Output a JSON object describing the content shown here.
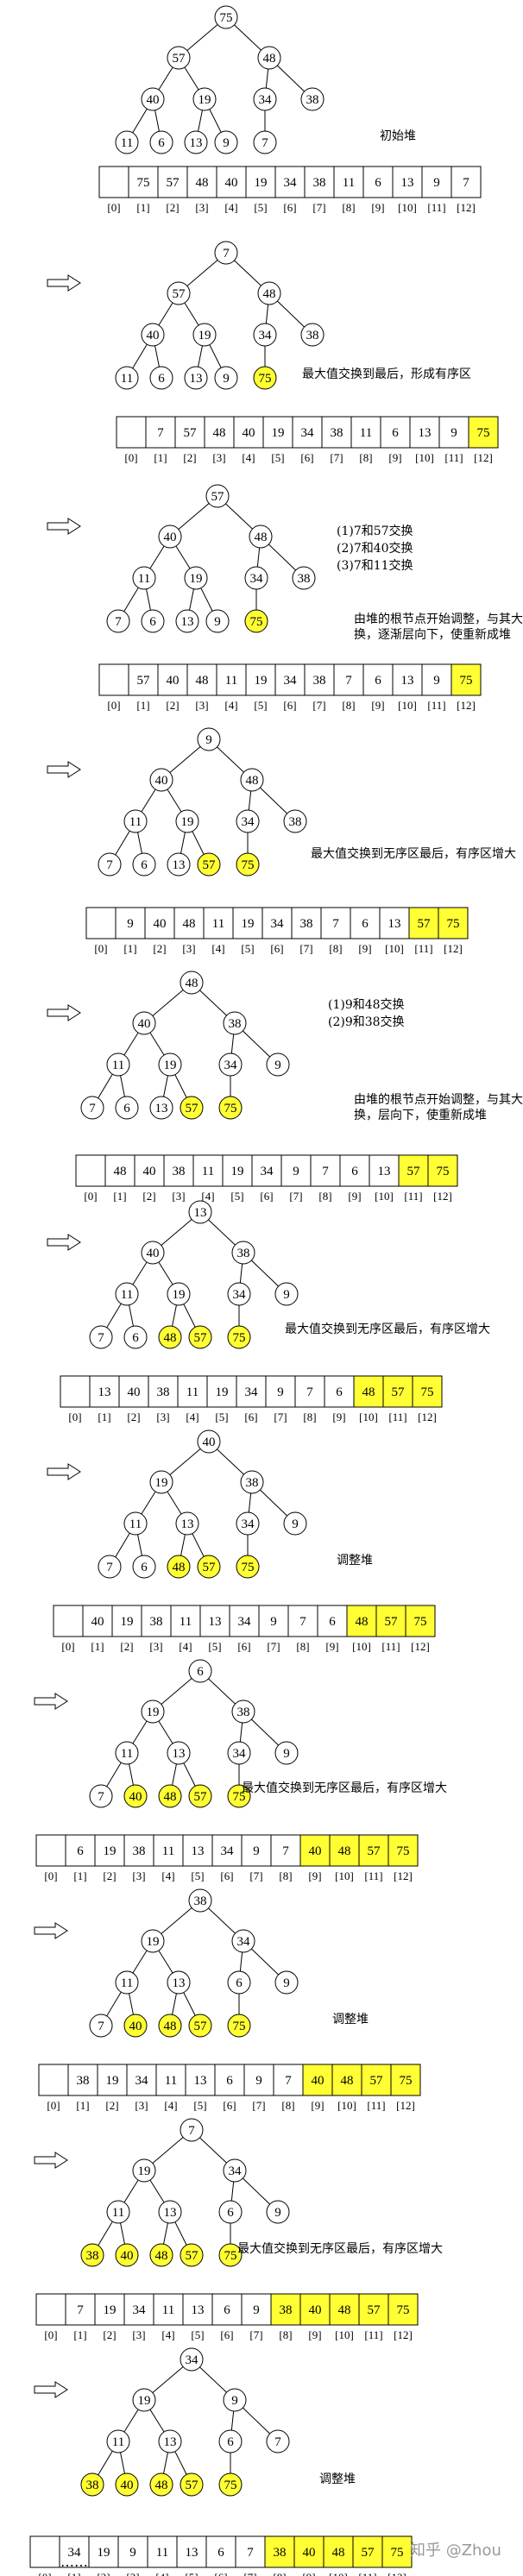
{
  "indices": [
    "[0]",
    "[1]",
    "[2]",
    "[3]",
    "[4]",
    "[5]",
    "[6]",
    "[7]",
    "[8]",
    "[9]",
    "[10]",
    "[11]",
    "[12]"
  ],
  "steps": [
    {
      "tree": [
        "75",
        "57",
        "48",
        "40",
        "19",
        "34",
        "38",
        "11",
        "6",
        "13",
        "9",
        "7"
      ],
      "highlight": [],
      "arr": [
        "",
        "75",
        "57",
        "48",
        "40",
        "19",
        "34",
        "38",
        "11",
        "6",
        "13",
        "9",
        "7"
      ],
      "sorted_from": 13,
      "arrow": false,
      "captions": [
        "初始堆"
      ]
    },
    {
      "tree": [
        "7",
        "57",
        "48",
        "40",
        "19",
        "34",
        "38",
        "11",
        "6",
        "13",
        "9",
        "75"
      ],
      "highlight": [
        12
      ],
      "arr": [
        "",
        "7",
        "57",
        "48",
        "40",
        "19",
        "34",
        "38",
        "11",
        "6",
        "13",
        "9",
        "75"
      ],
      "sorted_from": 12,
      "arrow": true,
      "captions": [
        "最大值交换到最后，形成有序区"
      ]
    },
    {
      "tree": [
        "57",
        "40",
        "48",
        "11",
        "19",
        "34",
        "38",
        "7",
        "6",
        "13",
        "9",
        "75"
      ],
      "highlight": [
        12
      ],
      "arr": [
        "",
        "57",
        "40",
        "48",
        "11",
        "19",
        "34",
        "38",
        "7",
        "6",
        "13",
        "9",
        "75"
      ],
      "sorted_from": 12,
      "arrow": true,
      "notes": [
        "(1)7和57交换",
        "(2)7和40交换",
        "(3)7和11交换"
      ],
      "captions": [
        "由堆的根节点开始调整，与其大孩子交",
        "换，逐渐层向下，使重新成堆"
      ]
    },
    {
      "tree": [
        "9",
        "40",
        "48",
        "11",
        "19",
        "34",
        "38",
        "7",
        "6",
        "13",
        "57",
        "75"
      ],
      "highlight": [
        11,
        12
      ],
      "arr": [
        "",
        "9",
        "40",
        "48",
        "11",
        "19",
        "34",
        "38",
        "7",
        "6",
        "13",
        "57",
        "75"
      ],
      "sorted_from": 11,
      "arrow": true,
      "captions": [
        "最大值交换到无序区最后，有序区增大"
      ]
    },
    {
      "tree": [
        "48",
        "40",
        "38",
        "11",
        "19",
        "34",
        "9",
        "7",
        "6",
        "13",
        "57",
        "75"
      ],
      "highlight": [
        11,
        12
      ],
      "arr": [
        "",
        "48",
        "40",
        "38",
        "11",
        "19",
        "34",
        "9",
        "7",
        "6",
        "13",
        "57",
        "75"
      ],
      "sorted_from": 11,
      "arrow": true,
      "notes": [
        "(1)9和48交换",
        "(2)9和38交换"
      ],
      "captions": [
        "由堆的根节点开始调整，与其大孩子交",
        "换，层向下，使重新成堆"
      ]
    },
    {
      "tree": [
        "13",
        "40",
        "38",
        "11",
        "19",
        "34",
        "9",
        "7",
        "6",
        "48",
        "57",
        "75"
      ],
      "highlight": [
        10,
        11,
        12
      ],
      "arr": [
        "",
        "13",
        "40",
        "38",
        "11",
        "19",
        "34",
        "9",
        "7",
        "6",
        "48",
        "57",
        "75"
      ],
      "sorted_from": 10,
      "arrow": true,
      "captions": [
        "最大值交换到无序区最后，有序区增大"
      ]
    },
    {
      "tree": [
        "40",
        "19",
        "38",
        "11",
        "13",
        "34",
        "9",
        "7",
        "6",
        "48",
        "57",
        "75"
      ],
      "highlight": [
        10,
        11,
        12
      ],
      "arr": [
        "",
        "40",
        "19",
        "38",
        "11",
        "13",
        "34",
        "9",
        "7",
        "6",
        "48",
        "57",
        "75"
      ],
      "sorted_from": 10,
      "arrow": true,
      "captions": [
        "调整堆"
      ]
    },
    {
      "tree": [
        "6",
        "19",
        "38",
        "11",
        "13",
        "34",
        "9",
        "7",
        "40",
        "48",
        "57",
        "75"
      ],
      "highlight": [
        9,
        10,
        11,
        12
      ],
      "arr": [
        "",
        "6",
        "19",
        "38",
        "11",
        "13",
        "34",
        "9",
        "7",
        "40",
        "48",
        "57",
        "75"
      ],
      "sorted_from": 9,
      "arrow": true,
      "captions": [
        "最大值交换到无序区最后，有序区增大"
      ]
    },
    {
      "tree": [
        "38",
        "19",
        "34",
        "11",
        "13",
        "6",
        "9",
        "7",
        "40",
        "48",
        "57",
        "75"
      ],
      "highlight": [
        9,
        10,
        11,
        12
      ],
      "arr": [
        "",
        "38",
        "19",
        "34",
        "11",
        "13",
        "6",
        "9",
        "7",
        "40",
        "48",
        "57",
        "75"
      ],
      "sorted_from": 9,
      "arrow": true,
      "captions": [
        "调整堆"
      ]
    },
    {
      "tree": [
        "7",
        "19",
        "34",
        "11",
        "13",
        "6",
        "9",
        "38",
        "40",
        "48",
        "57",
        "75"
      ],
      "highlight": [
        8,
        9,
        10,
        11,
        12
      ],
      "arr": [
        "",
        "7",
        "19",
        "34",
        "11",
        "13",
        "6",
        "9",
        "38",
        "40",
        "48",
        "57",
        "75"
      ],
      "sorted_from": 8,
      "arrow": true,
      "captions": [
        "最大值交换到无序区最后，有序区增大"
      ]
    },
    {
      "tree": [
        "34",
        "19",
        "9",
        "11",
        "13",
        "6",
        "7",
        "38",
        "40",
        "48",
        "57",
        "75"
      ],
      "highlight": [
        8,
        9,
        10,
        11,
        12
      ],
      "arr": [
        "",
        "34",
        "19",
        "9",
        "11",
        "13",
        "6",
        "7",
        "38",
        "40",
        "48",
        "57",
        "75"
      ],
      "sorted_from": 8,
      "arrow": true,
      "captions": [
        "调整堆"
      ]
    }
  ],
  "ellipsis": "……",
  "watermark": "知乎 @Zhou"
}
